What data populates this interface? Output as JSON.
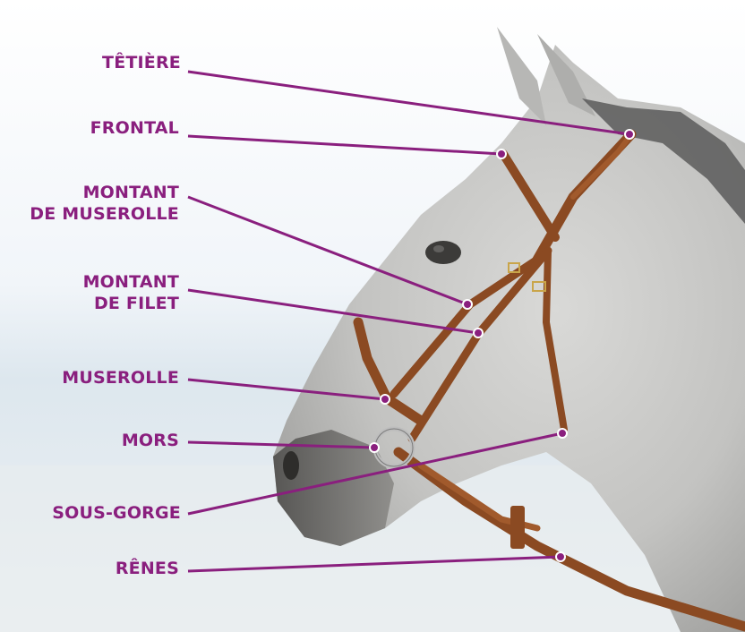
{
  "diagram": {
    "accent_color": "#8a1f7e",
    "callouts": [
      {
        "id": "tetiere",
        "lines": [
          "TÊTIÈRE"
        ]
      },
      {
        "id": "frontal",
        "lines": [
          "FRONTAL"
        ]
      },
      {
        "id": "montant-de-muserolle",
        "lines": [
          "MONTANT",
          "DE MUSEROLLE"
        ]
      },
      {
        "id": "montant-de-filet",
        "lines": [
          "MONTANT",
          "DE FILET"
        ]
      },
      {
        "id": "muserolle",
        "lines": [
          "MUSEROLLE"
        ]
      },
      {
        "id": "mors",
        "lines": [
          "MORS"
        ]
      },
      {
        "id": "sous-gorge",
        "lines": [
          "SOUS-GORGE"
        ]
      },
      {
        "id": "renes",
        "lines": [
          "RÊNES"
        ]
      }
    ]
  }
}
